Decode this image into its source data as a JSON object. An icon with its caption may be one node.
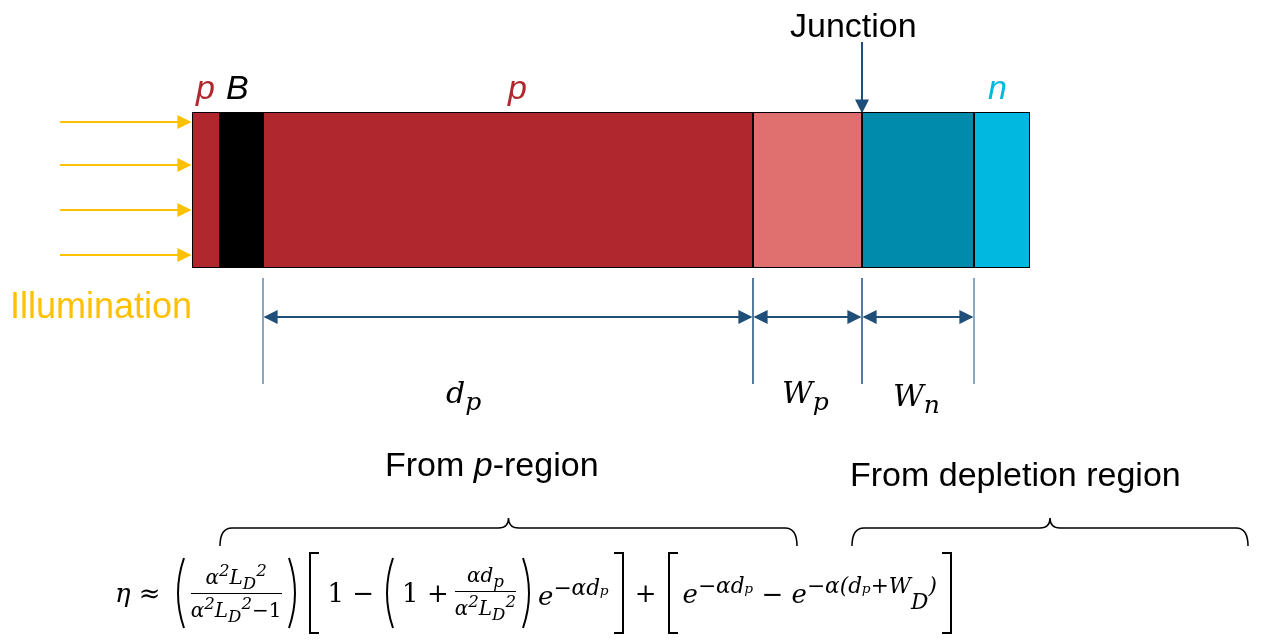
{
  "diagram": {
    "nodes": [
      {
        "text": [
          "p"
        ]
      },
      {
        "text": [
          "B"
        ]
      },
      {
        "text": [
          "p"
        ]
      },
      {
        "text": [],
        "shape": "box"
      },
      {
        "text": [],
        "shape": "box"
      },
      {
        "text": [
          "n"
        ]
      },
      {
        "text": [
          "Junction"
        ]
      }
    ],
    "edges": [
      {
        "from": null,
        "to": 0,
        "arrow": "to"
      },
      {
        "from": null,
        "to": 0,
        "arrow": "to"
      },
      {
        "from": null,
        "to": 0,
        "arrow": "to"
      },
      {
        "from": null,
        "to": 0,
        "arrow": "to"
      },
      {
        "from": 6,
        "to": 4,
        "arrow": "to",
        "color": "#1f4e79"
      }
    ],
    "labels": [
      "Illumination",
      "*d*$_{p}$",
      "*W*$_{p}$",
      "*W*$_{n}$",
      "From *p*-region",
      "From depletion region",
      "*η* ≈",
      "*α*$^{2}$*L*$_{D}$$^{2}$",
      "*α*$^{2}$*L*$_{D}$$^{2}$−1",
      "1 −",
      "1 +",
      "*αd*$_{p}$",
      "*α*$^{2}$*L*$_{D}$$^{2}$",
      "*e*$^{−αdₚ}$",
      "+",
      "*e*$^{−αdₚ}$ − *e*$^{−α(dₚ+W}$$_{D}$$^{)}$"
    ]
  }
}
